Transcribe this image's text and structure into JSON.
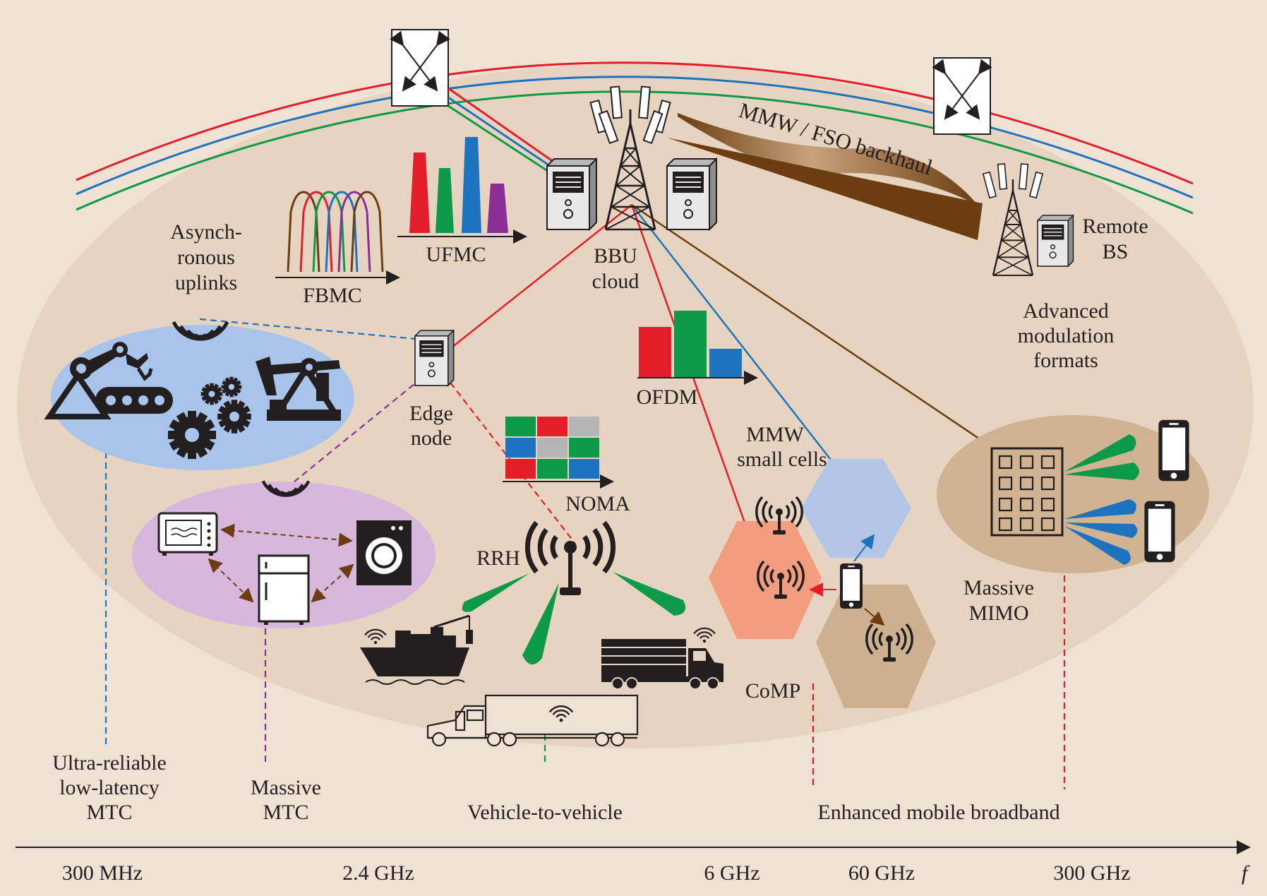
{
  "colors": {
    "background": "#efe2d4",
    "main_ellipse": "#e6d4c1",
    "urllc_ellipse": "#a9c4ea",
    "mmtc_ellipse": "#d8b7dc",
    "mimo_ellipse": "#cfb393",
    "red": "#e31e2a",
    "blue": "#1e73be",
    "green": "#0c9a48",
    "purple": "#8b2f96",
    "brown": "#6b3d11",
    "hex_red": "#f29c80",
    "hex_blue": "#b3c6e7",
    "hex_tan": "#cdb08f"
  },
  "labels": {
    "async_1": "Asynch-",
    "async_2": "ronous",
    "async_3": "uplinks",
    "fbmc": "FBMC",
    "ufmc": "UFMC",
    "bbu_1": "BBU",
    "bbu_2": "cloud",
    "backhaul": "MMW / FSO backhaul",
    "remote_1": "Remote",
    "remote_2": "BS",
    "adv_1": "Advanced",
    "adv_2": "modulation",
    "adv_3": "formats",
    "ofdm": "OFDM",
    "edge_1": "Edge",
    "edge_2": "node",
    "noma": "NOMA",
    "rrh": "RRH",
    "mmw_1": "MMW",
    "mmw_2": "small cells",
    "comp": "CoMP",
    "mimo_1": "Massive",
    "mimo_2": "MIMO"
  },
  "categories": {
    "urllc_1": "Ultra-reliable",
    "urllc_2": "low-latency",
    "urllc_3": "MTC",
    "mmtc_1": "Massive",
    "mmtc_2": "MTC",
    "v2v": "Vehicle-to-vehicle",
    "embb": "Enhanced mobile broadband"
  },
  "axis": {
    "t1": "300 MHz",
    "t2": "2.4 GHz",
    "t3": "6 GHz",
    "t4": "60 GHz",
    "t5": "300 GHz",
    "var": "f"
  },
  "icons": [
    "switch-icon",
    "server-icon",
    "tower-icon",
    "robot-arm-icon",
    "conveyor-icon",
    "gear-icon",
    "oil-pump-icon",
    "wifi-icon",
    "microwave-icon",
    "washing-machine-icon",
    "fridge-icon",
    "antenna-icon",
    "ship-icon",
    "truck-icon",
    "phone-icon",
    "antenna-array-icon"
  ]
}
